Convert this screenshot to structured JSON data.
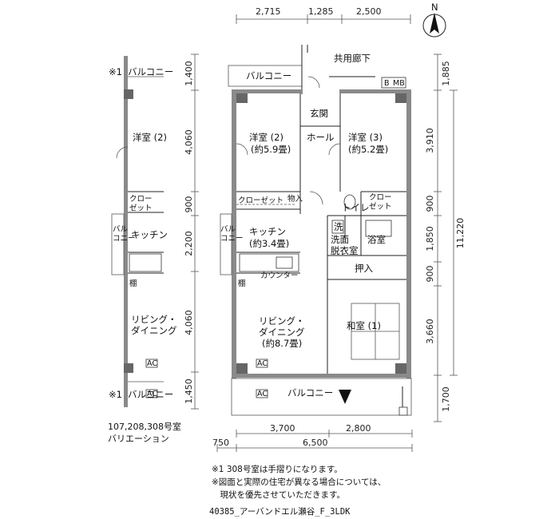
{
  "compass": {
    "label": "N"
  },
  "top_dims": [
    "2,715",
    "1,285",
    "2,500"
  ],
  "bottom_dims": {
    "left_offset": "750",
    "sub": [
      "3,700",
      "2,800"
    ],
    "total": "6,500"
  },
  "right_dims": [
    "1,885",
    "3,910",
    "900",
    "1,850",
    "900",
    "3,660",
    "1,700"
  ],
  "right_total": "11,220",
  "mid_dims": [
    "1,400",
    "4,060",
    "900",
    "2,200",
    "4,060",
    "1,450"
  ],
  "corridor": "共用廊下",
  "balcony": "バルコニー",
  "mb": "MB",
  "b": "B",
  "rooms": {
    "western2_name": "洋室 (2)",
    "western2_size": "(約5.9畳)",
    "western3_name": "洋室 (3)",
    "western3_size": "(約5.2畳)",
    "genkan": "玄関",
    "hall": "ホール",
    "closet": "クローゼット",
    "storage": "物入",
    "closet2": "クロー\nゼット",
    "toilet": "トイレ",
    "wash_mark": "洗",
    "washroom": "洗面\n脱衣室",
    "bath": "浴室",
    "oshiire": "押入",
    "kitchen_name": "キッチン",
    "kitchen_size": "(約3.4畳)",
    "counter": "カウンター",
    "living_name": "リビング・\nダイニング",
    "living_size": "(約8.7畳)",
    "washitsu": "和室 (1)",
    "shelf": "棚",
    "ac": "AC"
  },
  "variation": {
    "note_mark": "※1",
    "balcony": "バルコニー",
    "western2": "洋室 (2)",
    "closet": "クロー\nゼット",
    "kitchen": "キッチン",
    "balcony_side": "バル\nコニー",
    "shelf": "棚",
    "living": "リビング・\nダイニング",
    "ac": "AC",
    "caption_line1": "107,208,308号室",
    "caption_line2": "バリエーション"
  },
  "notes": [
    "※1  308号室は手摺りになります。",
    "※図面と実際の住宅が異なる場合については、",
    "　現状を優先させていただきます。"
  ],
  "footer": "40385_アーバンドエル瀬谷_F_3LDK"
}
